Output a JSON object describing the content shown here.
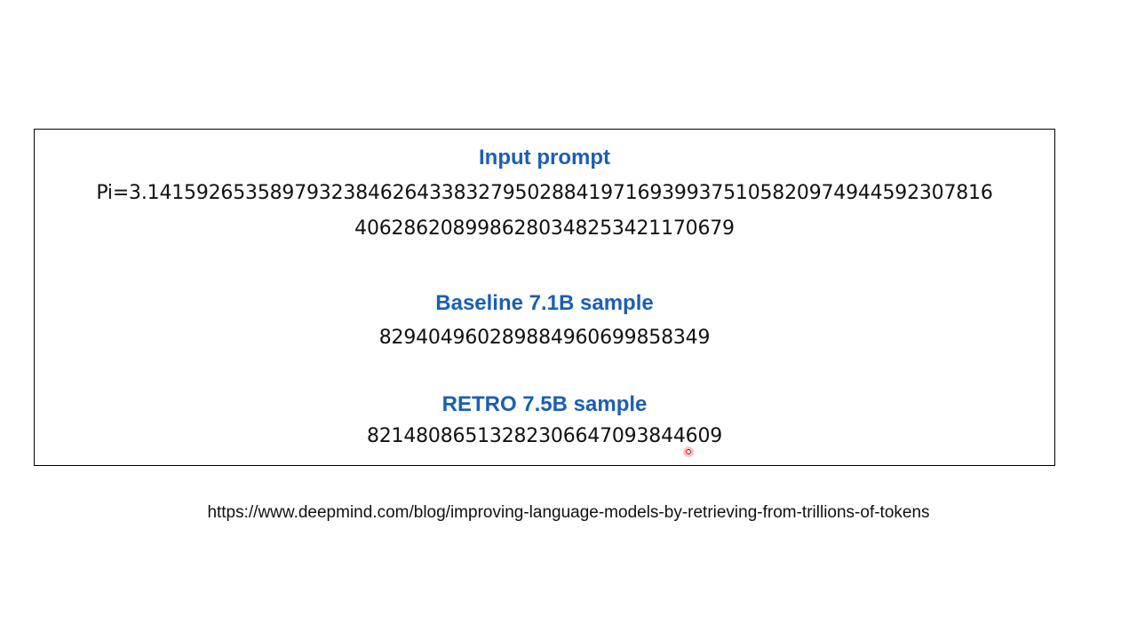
{
  "colors": {
    "heading": "#1a5fb4",
    "text": "#111111",
    "border": "#000000",
    "cursor": "#d10000"
  },
  "sections": {
    "input_prompt": {
      "heading": "Input prompt",
      "line1": "Pi=3.141592653589793238462643383279502884197169399375105820974944592307816",
      "line2": "4062862089986280348253421170679"
    },
    "baseline": {
      "heading": "Baseline 7.1B sample",
      "digits": "82940496028988496069985834​9"
    },
    "retro": {
      "heading": "RETRO 7.5B sample",
      "digits": "821480865132823066470938446​09"
    }
  },
  "footer": {
    "url": "https://www.deepmind.com/blog/improving-language-models-by-retrieving-from-trillions-of-tokens"
  },
  "cursor_icon": "mouse-pointer-icon"
}
